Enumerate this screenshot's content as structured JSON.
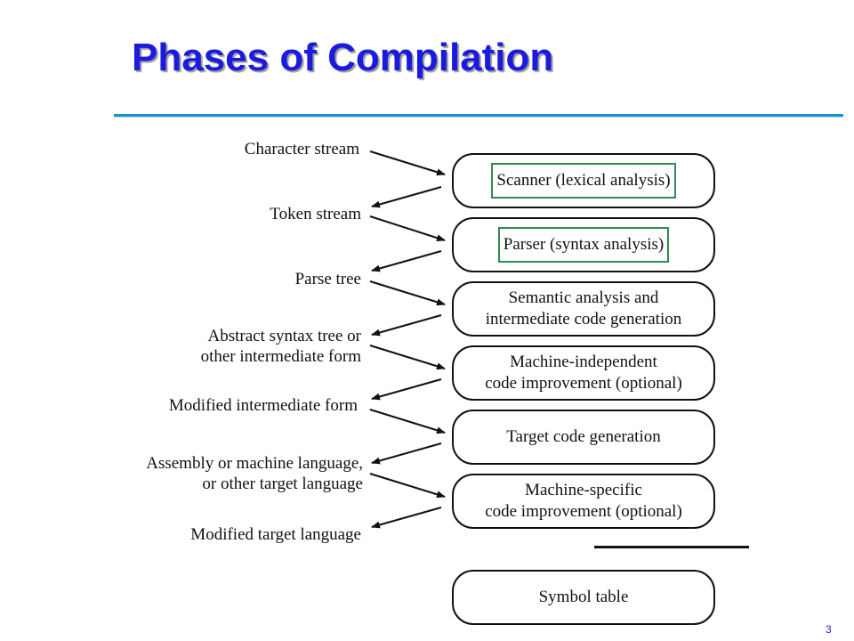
{
  "title": "Phases of Compilation",
  "page_number": "3",
  "streams": {
    "s0": [
      "Character stream"
    ],
    "s1": [
      "Token stream"
    ],
    "s2": [
      "Parse tree"
    ],
    "s3": [
      "Abstract syntax tree or",
      "other intermediate form"
    ],
    "s4": [
      "Modified intermediate form"
    ],
    "s5": [
      "Assembly or machine language,",
      "or other target language"
    ],
    "s6": [
      "Modified target language"
    ]
  },
  "phases": {
    "p0": [
      "Scanner (lexical analysis)"
    ],
    "p1": [
      "Parser (syntax analysis)"
    ],
    "p2": [
      "Semantic analysis and",
      "intermediate code generation"
    ],
    "p3": [
      "Machine-independent",
      "code improvement (optional)"
    ],
    "p4": [
      "Target code generation"
    ],
    "p5": [
      "Machine-specific",
      "code improvement (optional)"
    ]
  },
  "symbol_table": "Symbol table",
  "highlight_color": "#2e8b57",
  "title_color": "#1b1be0"
}
